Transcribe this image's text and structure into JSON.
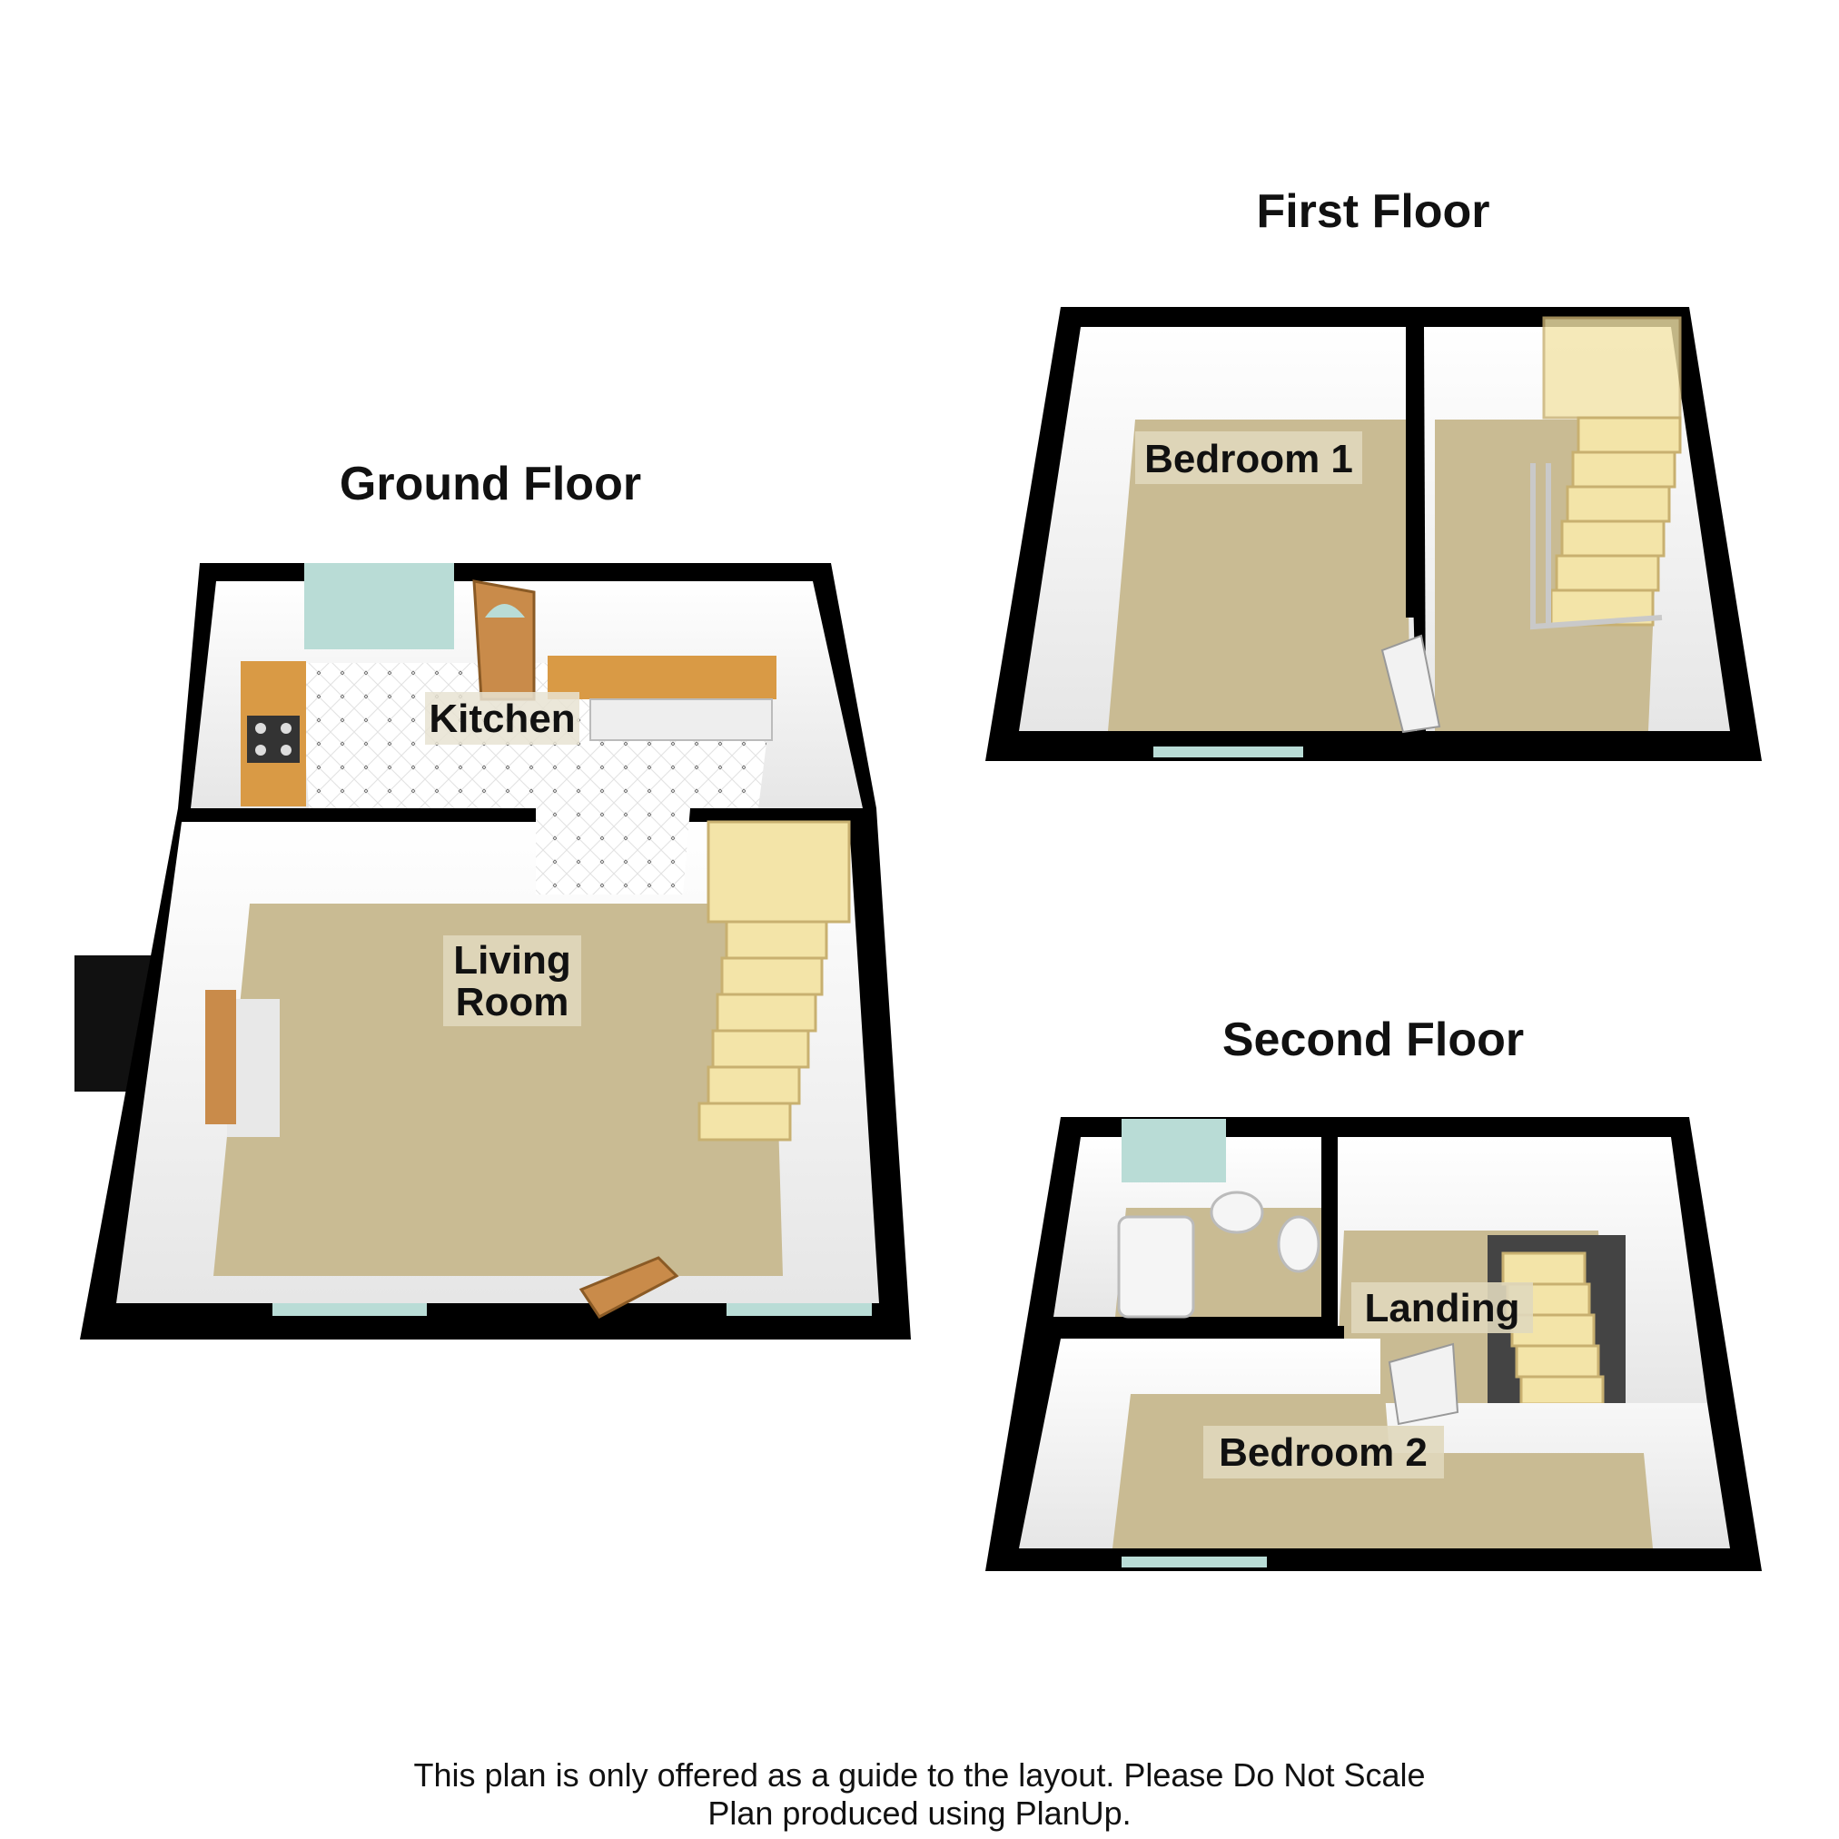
{
  "floors": {
    "ground": {
      "title": "Ground Floor",
      "rooms": {
        "kitchen": "Kitchen",
        "living_line1": "Living",
        "living_line2": "Room"
      }
    },
    "first": {
      "title": "First Floor",
      "rooms": {
        "bedroom1": "Bedroom 1"
      }
    },
    "second": {
      "title": "Second Floor",
      "rooms": {
        "landing": "Landing",
        "bedroom2": "Bedroom 2"
      }
    }
  },
  "footer": {
    "line1": "This plan is only offered as a guide to the layout. Please Do Not Scale",
    "line2": "Plan produced using PlanUp."
  },
  "colors": {
    "wall": "#000000",
    "inner_wall": "#f2f2f2",
    "carpet": "#c9bb93",
    "tile": "#ffffff",
    "worktop": "#d99a45",
    "stair": "#f3e4a8",
    "window": "#b9dcd6",
    "door": "#c98b4a"
  }
}
